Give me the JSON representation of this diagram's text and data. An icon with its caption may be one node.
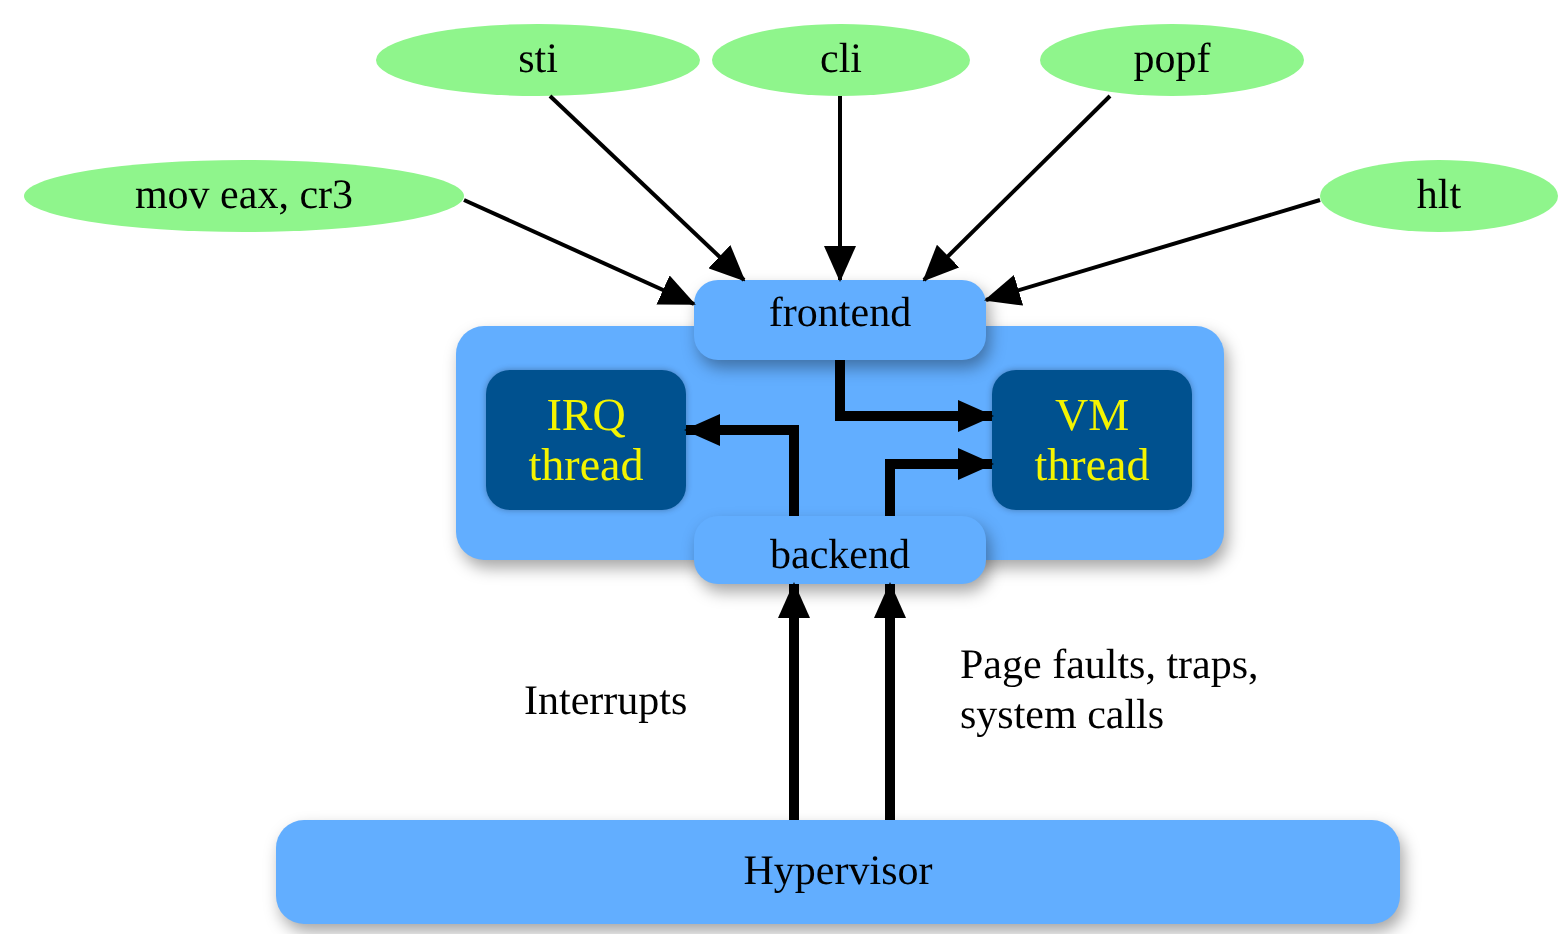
{
  "diagram": {
    "nodes": [
      {
        "text": [
          "mov eax, cr3"
        ]
      },
      {
        "text": [
          "sti"
        ]
      },
      {
        "text": [
          "cli"
        ]
      },
      {
        "text": [
          "popf"
        ]
      },
      {
        "text": [
          "hlt"
        ]
      },
      {
        "text": [],
        "shape": "box"
      },
      {
        "text": [
          "frontend"
        ]
      },
      {
        "text": [
          "IRQ thread"
        ],
        "in": 5
      },
      {
        "text": [
          "VM thread"
        ],
        "in": 5
      },
      {
        "text": [
          "backend"
        ]
      },
      {
        "text": [
          "Hypervisor"
        ]
      }
    ],
    "edges": [
      {
        "from": 0,
        "to": 6,
        "arrow": "to"
      },
      {
        "from": 1,
        "to": 6,
        "arrow": "to"
      },
      {
        "from": 2,
        "to": 6,
        "arrow": "to"
      },
      {
        "from": 3,
        "to": 6,
        "arrow": "to"
      },
      {
        "from": 4,
        "to": 6,
        "arrow": "to"
      },
      {
        "from": 6,
        "to": 8,
        "arrow": "to",
        "style": "thick"
      },
      {
        "from": 9,
        "to": 7,
        "arrow": "to",
        "style": "thick"
      },
      {
        "from": 9,
        "to": 8,
        "arrow": "to",
        "style": "thick"
      },
      {
        "from": 10,
        "to": 9,
        "arrow": "to",
        "label": "Interrupts",
        "style": "thick"
      },
      {
        "from": 10,
        "to": 9,
        "arrow": "to",
        "label": "Page faults, traps, system calls",
        "style": "thick"
      }
    ]
  }
}
